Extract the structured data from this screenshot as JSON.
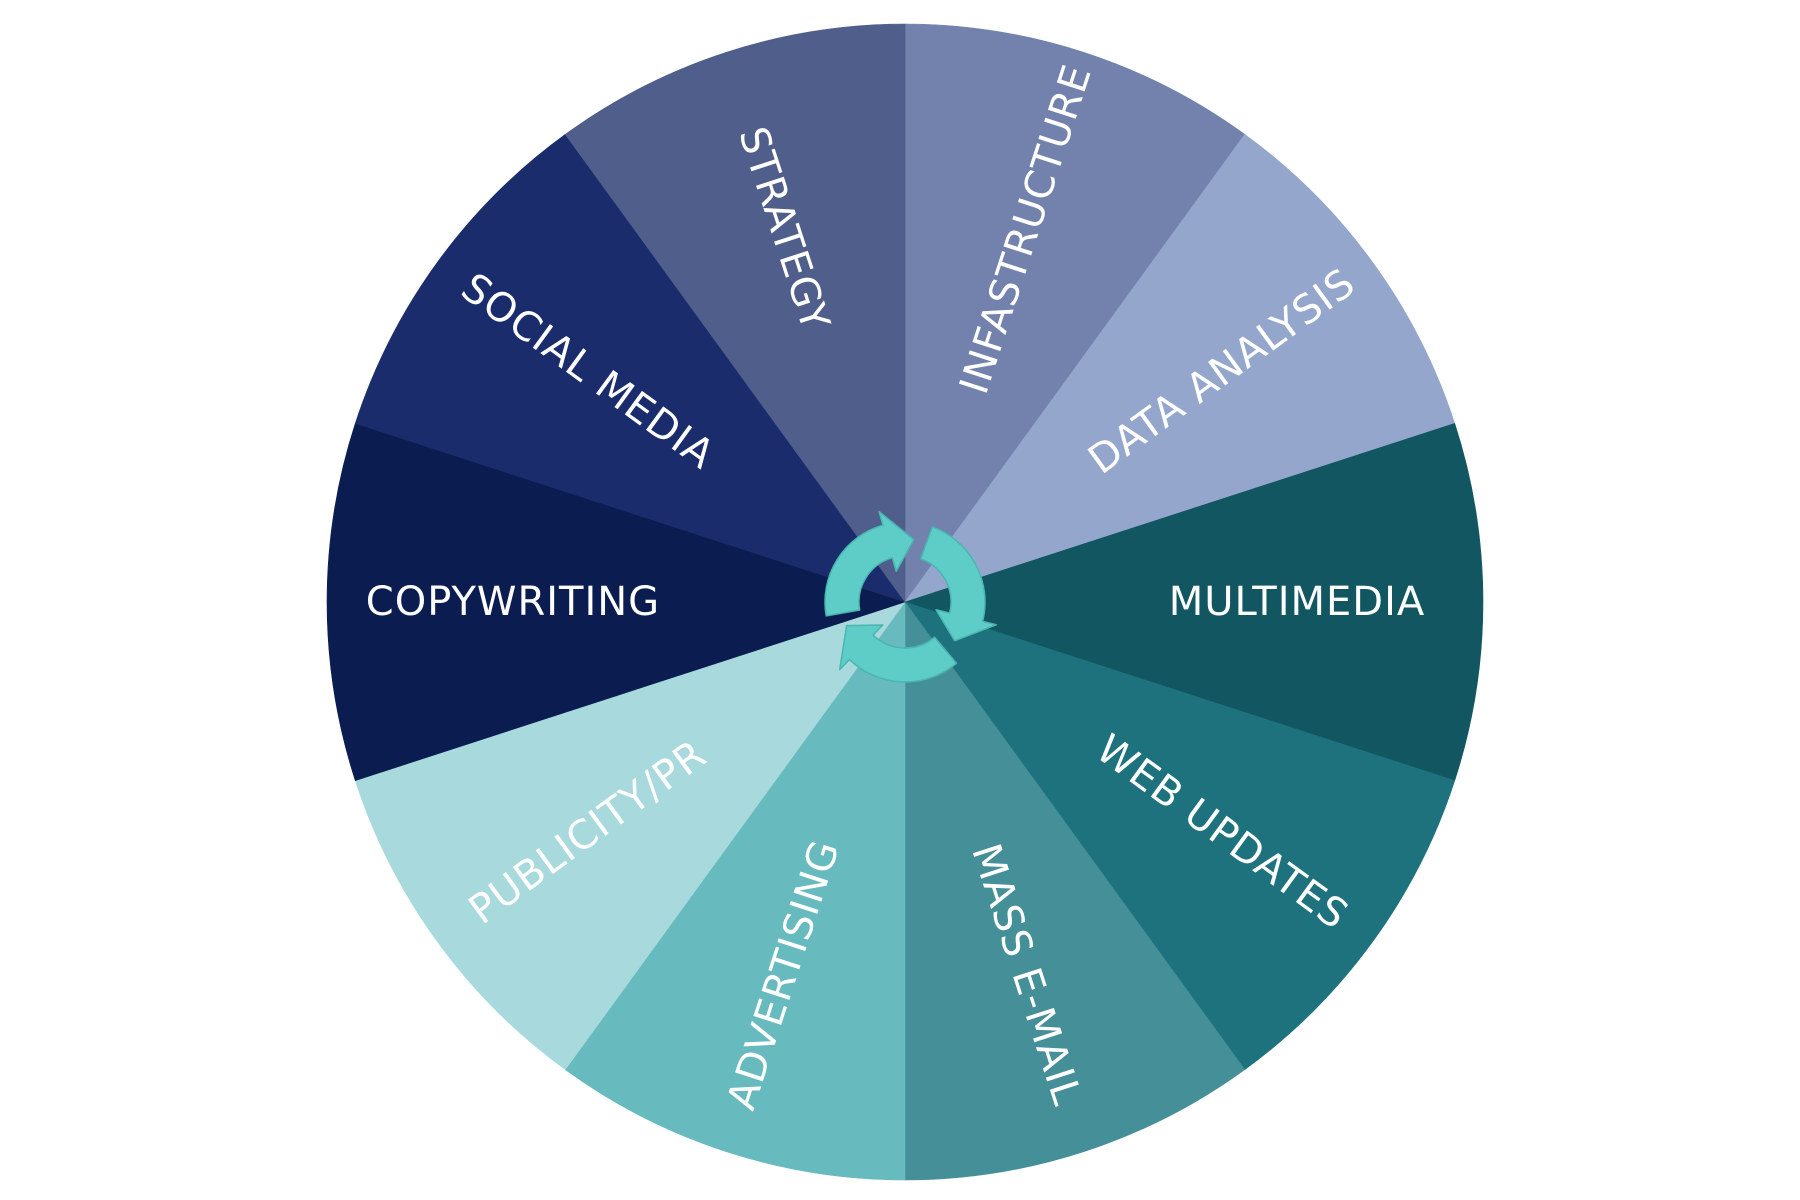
{
  "diagram": {
    "segments": [
      {
        "label": "INFASTRUCTURE",
        "color": "#7282ad"
      },
      {
        "label": "DATA ANALYSIS",
        "color": "#94a6cb"
      },
      {
        "label": "MULTIMEDIA",
        "color": "#115660"
      },
      {
        "label": "WEB UPDATES",
        "color": "#1d727d"
      },
      {
        "label": "MASS E-MAIL",
        "color": "#448f98"
      },
      {
        "label": "ADVERTISING",
        "color": "#67babe"
      },
      {
        "label": "PUBLICITY/PR",
        "color": "#a8dadd"
      },
      {
        "label": "COPYWRITING",
        "color": "#0b1d50"
      },
      {
        "label": "SOCIAL MEDIA",
        "color": "#1a2c6b"
      },
      {
        "label": "STRATEGY",
        "color": "#4f5e8a"
      }
    ],
    "center_icon": {
      "name": "cycle-arrows-icon",
      "color": "#5ecdc8"
    }
  }
}
